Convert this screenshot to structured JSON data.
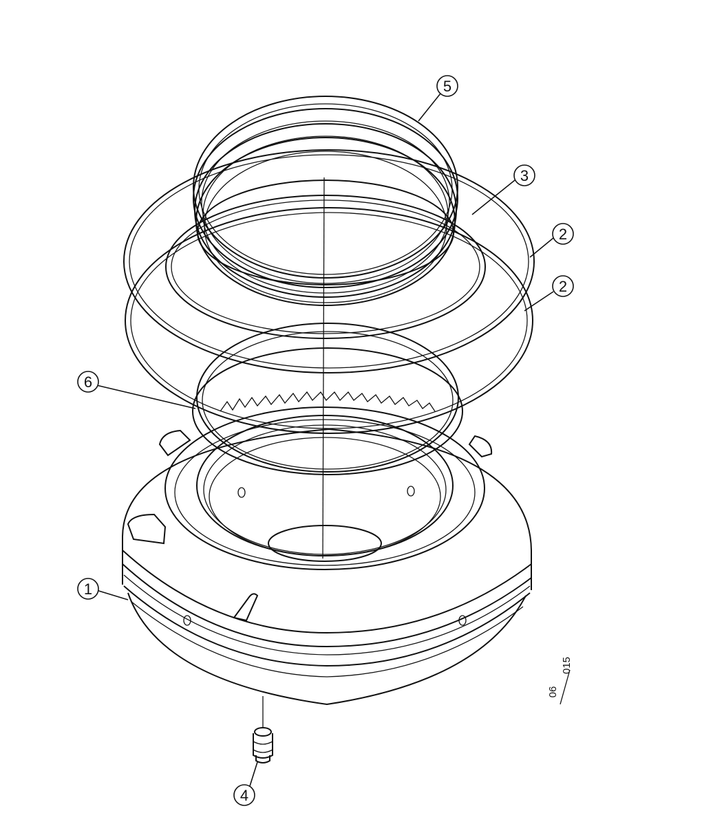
{
  "callouts": [
    {
      "id": "callout-5",
      "label": "5"
    },
    {
      "id": "callout-3",
      "label": "3"
    },
    {
      "id": "callout-2a",
      "label": "2"
    },
    {
      "id": "callout-2b",
      "label": "2"
    },
    {
      "id": "callout-6",
      "label": "6"
    },
    {
      "id": "callout-1",
      "label": "1"
    },
    {
      "id": "callout-4",
      "label": "4"
    }
  ],
  "drawing_ref": {
    "left": "06",
    "right": "015"
  }
}
